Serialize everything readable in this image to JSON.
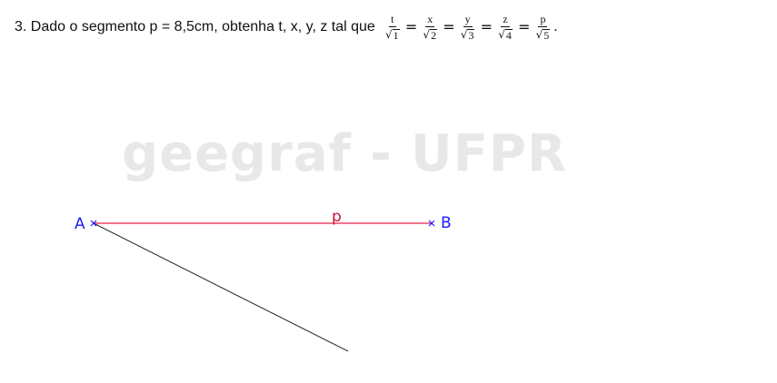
{
  "question": {
    "prompt": "3. Dado o segmento p = 8,5cm, obtenha t, x, y, z tal que",
    "fractions": [
      {
        "numerator": "t",
        "radicand": "1"
      },
      {
        "numerator": "x",
        "radicand": "2"
      },
      {
        "numerator": "y",
        "radicand": "3"
      },
      {
        "numerator": "z",
        "radicand": "4"
      },
      {
        "numerator": "p",
        "radicand": "5"
      }
    ],
    "equals_sign": "=",
    "sqrt_symbol": "√",
    "period": "."
  },
  "watermark": "geegraf - UFPR",
  "diagram": {
    "point_a": "A",
    "point_b": "B",
    "segment_label": "p",
    "colors": {
      "segment": "#e8204a",
      "points": "#1a1aff",
      "auxiliary_ray": "#222222"
    }
  }
}
